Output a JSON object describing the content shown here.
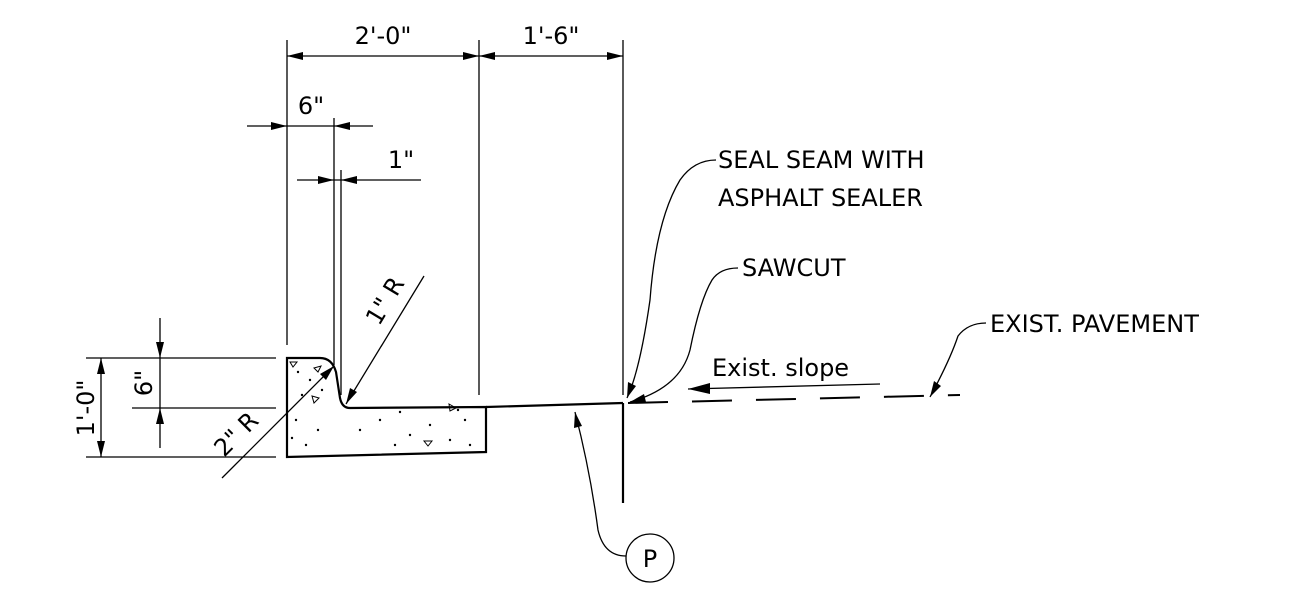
{
  "dimensions": {
    "gutter_width": "2'-0\"",
    "offset_width": "1'-6\"",
    "curb_top_width": "6\"",
    "curb_batter": "1\"",
    "curb_height": "6\"",
    "total_height": "1'-0\"",
    "top_radius": "1\" R",
    "bottom_radius": "2\" R"
  },
  "callouts": {
    "seal_seam_line1": "SEAL SEAM WITH",
    "seal_seam_line2": "ASPHALT SEALER",
    "sawcut": "SAWCUT",
    "exist_pavement": "EXIST. PAVEMENT",
    "exist_slope": "Exist. slope",
    "p_marker": "P"
  }
}
